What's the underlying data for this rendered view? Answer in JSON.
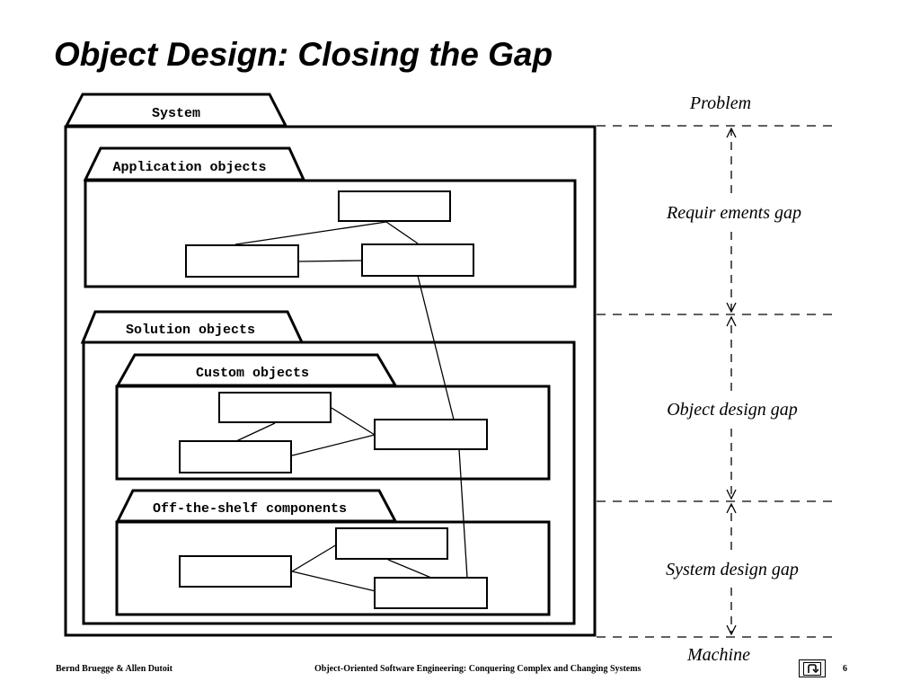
{
  "title": "Object Design: Closing the Gap",
  "diagram": {
    "packages": {
      "system": "System",
      "application_objects": "Application objects",
      "solution_objects": "Solution objects",
      "custom_objects": "Custom objects",
      "off_the_shelf": "Off-the-shelf components"
    },
    "gap_labels": {
      "problem": "Problem",
      "requirements_gap": "Requir ements gap",
      "object_design_gap": "Object design gap",
      "system_design_gap": "System design gap",
      "machine": "Machine"
    }
  },
  "footer": {
    "authors": "Bernd Bruegge & Allen Dutoit",
    "course": "Object-Oriented Software Engineering: Conquering Complex and Changing Systems",
    "page": "6"
  },
  "icons": {
    "back_button": "return-arrow-icon"
  }
}
